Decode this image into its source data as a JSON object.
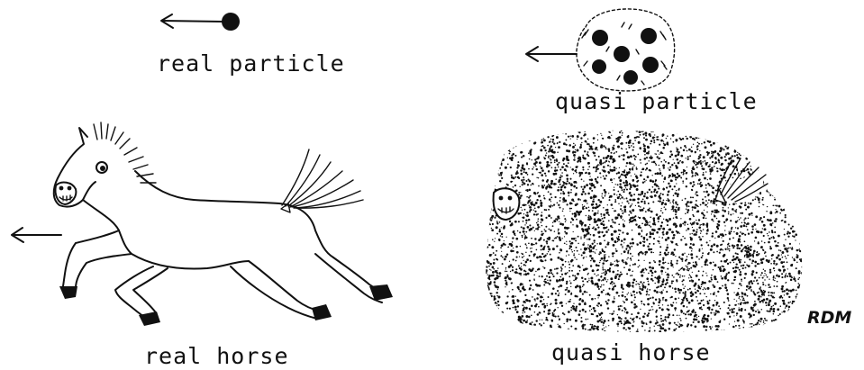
{
  "labels": {
    "real_particle": "real particle",
    "quasi_particle": "quasi particle",
    "real_horse": "real horse",
    "quasi_horse": "quasi horse",
    "signature": "RDM"
  },
  "colors": {
    "ink": "#111111",
    "paper": "#ffffff"
  },
  "icons": {
    "real_particle": "solid-ball-with-arrow",
    "quasi_particle": "cluster-of-balls-in-dashed-cloud",
    "real_horse": "galloping-horse",
    "quasi_horse": "horse-hidden-in-speckled-cloud"
  }
}
